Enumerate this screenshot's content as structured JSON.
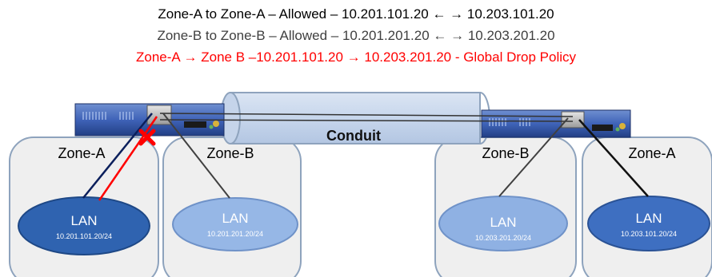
{
  "rules": [
    {
      "text": "Zone-A to Zone-A – Allowed – 10.201.101.20 ← → 10.203.101.20",
      "color": "#000000"
    },
    {
      "text": "Zone-B to Zone-B – Allowed – 10.201.201.20 ← → 10.203.201.20",
      "color": "#404040"
    },
    {
      "text": "Zone-A → Zone B –10.201.101.20 → 10.203.201.20 - Global Drop Policy",
      "color": "#ff0000"
    }
  ],
  "conduit": {
    "label": "Conduit"
  },
  "zones": {
    "left_a": "Zone-A",
    "left_b": "Zone-B",
    "right_b": "Zone-B",
    "right_a": "Zone-A"
  },
  "lans": [
    {
      "label": "LAN",
      "subnet": "10.201.101.20/24"
    },
    {
      "label": "LAN",
      "subnet": "10.201.201.20/24"
    },
    {
      "label": "LAN",
      "subnet": "10.203.201.20/24"
    },
    {
      "label": "LAN",
      "subnet": "10.203.101.20/24"
    }
  ],
  "colors": {
    "allowed_zone_a": "#0b1f5c",
    "allowed_zone_b": "#404040",
    "blocked": "#ff0000"
  }
}
